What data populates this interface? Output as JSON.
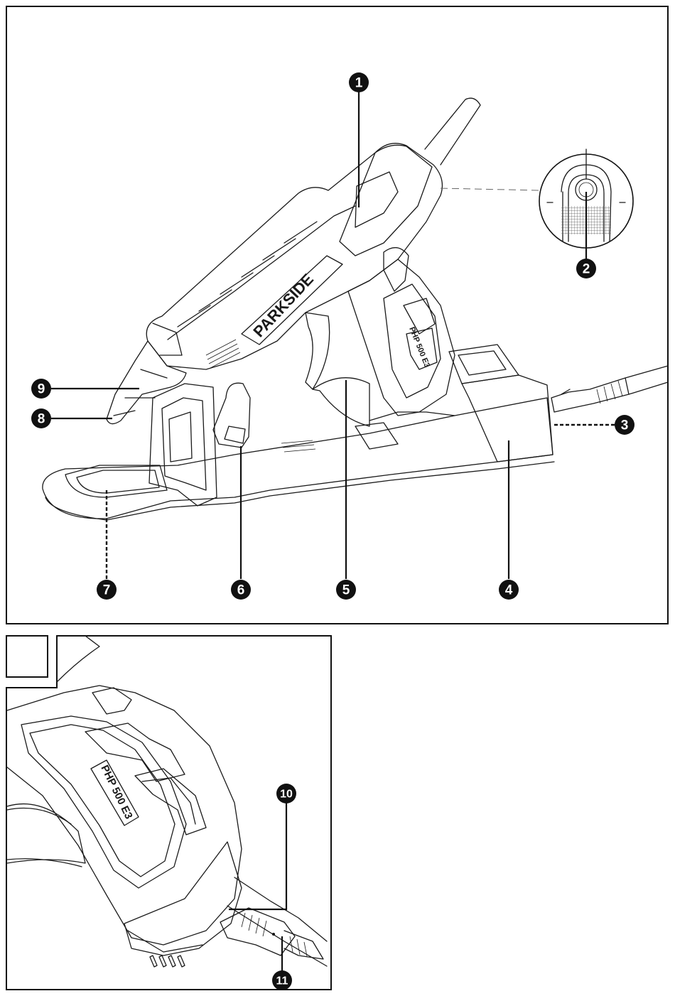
{
  "figure_a": {
    "brand_text": "PARKSIDE",
    "model_text": "PHP 500 E3",
    "callouts": [
      "1",
      "2",
      "3",
      "4",
      "5",
      "6",
      "7",
      "8",
      "9"
    ]
  },
  "figure_b": {
    "panel_label": "",
    "model_text": "PHP 500 E3",
    "callouts": [
      "10",
      "11"
    ]
  }
}
